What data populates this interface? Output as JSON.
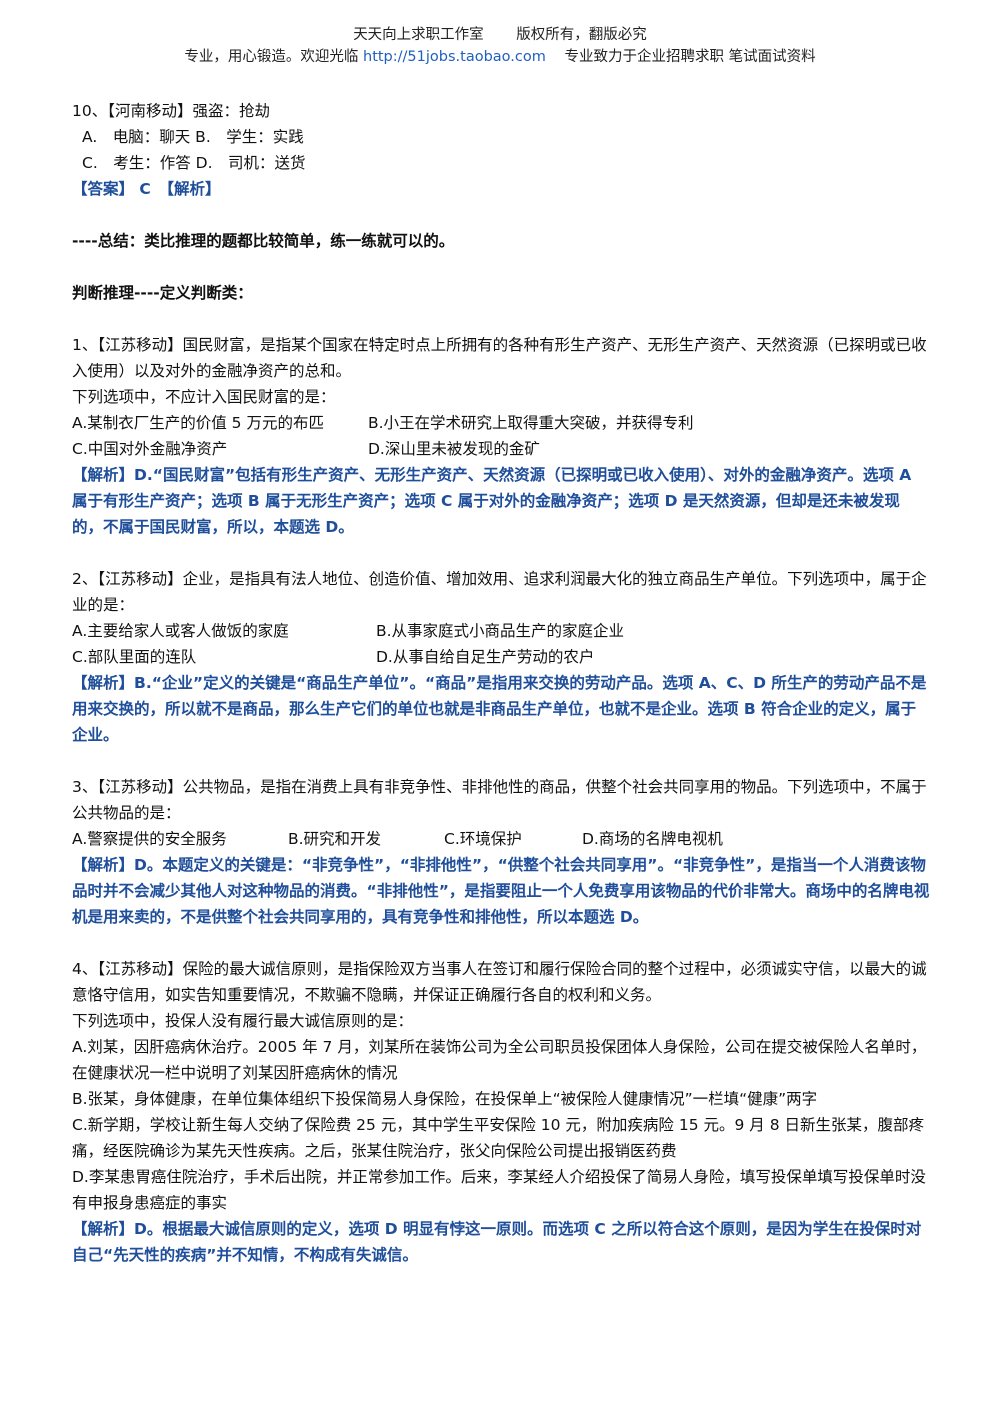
{
  "header": {
    "studio": "天天向上求职工作室",
    "copyright": "版权所有，翻版必究",
    "slogan": "专业，用心锻造。欢迎光临",
    "url": "http://51jobs.taobao.com",
    "focus": "专业致力于企业招聘求职 笔试面试资料"
  },
  "q10": {
    "stem": "10、【河南移动】强盗：抢劫",
    "row1": "A.　电脑：聊天 B.　学生：实践",
    "row2": "C.　考生：作答 D.　司机：送货",
    "answer": "【答案】 C　【解析】"
  },
  "summary": "----总结：类比推理的题都比较简单，练一练就可以的。",
  "section_title": "判断推理----定义判断类：",
  "q1": {
    "stem": "1、【江苏移动】国民财富，是指某个国家在特定时点上所拥有的各种有形生产资产、无形生产资产、天然资源（已探明或已收入使用）以及对外的金融净资产的总和。",
    "prompt": "下列选项中，不应计入国民财富的是：",
    "opt_a": "A.某制衣厂生产的价值 5 万元的布匹",
    "opt_b": "B.小王在学术研究上取得重大突破，并获得专利",
    "opt_c": "C.中国对外金融净资产",
    "opt_d": "D.深山里未被发现的金矿",
    "analysis": "【解析】D.“国民财富”包括有形生产资产、无形生产资产、天然资源（已探明或已收入使用）、对外的金融净资产。选项 A 属于有形生产资产；选项 B 属于无形生产资产；选项 C 属于对外的金融净资产；选项 D 是天然资源，但却是还未被发现的，不属于国民财富，所以，本题选 D。"
  },
  "q2": {
    "stem": "2、【江苏移动】企业，是指具有法人地位、创造价值、增加效用、追求利润最大化的独立商品生产单位。下列选项中，属于企业的是：",
    "opt_a": "A.主要给家人或客人做饭的家庭",
    "opt_b": "B.从事家庭式小商品生产的家庭企业",
    "opt_c": "C.部队里面的连队",
    "opt_d": "D.从事自给自足生产劳动的农户",
    "analysis": "【解析】B.“企业”定义的关键是“商品生产单位”。“商品”是指用来交换的劳动产品。选项 A、C、D 所生产的劳动产品不是用来交换的，所以就不是商品，那么生产它们的单位也就是非商品生产单位，也就不是企业。选项 B 符合企业的定义，属于企业。"
  },
  "q3": {
    "stem": "3、【江苏移动】公共物品，是指在消费上具有非竞争性、非排他性的商品，供整个社会共同享用的物品。下列选项中，不属于公共物品的是：",
    "opt_a": "A.警察提供的安全服务",
    "opt_b": "B.研究和开发",
    "opt_c": "C.环境保护",
    "opt_d": "D.商场的名牌电视机",
    "analysis": "【解析】D。本题定义的关键是：“非竞争性”，“非排他性”，“供整个社会共同享用”。“非竞争性”，是指当一个人消费该物品时并不会减少其他人对这种物品的消费。“非排他性”，是指要阻止一个人免费享用该物品的代价非常大。商场中的名牌电视机是用来卖的，不是供整个社会共同享用的，具有竞争性和排他性，所以本题选 D。"
  },
  "q4": {
    "stem": "4、【江苏移动】保险的最大诚信原则，是指保险双方当事人在签订和履行保险合同的整个过程中，必须诚实守信，以最大的诚意恪守信用，如实告知重要情况，不欺骗不隐瞒，并保证正确履行各自的权利和义务。",
    "prompt": "下列选项中，投保人没有履行最大诚信原则的是：",
    "opt_a": "A.刘某，因肝癌病休治疗。2005 年 7 月，刘某所在装饰公司为全公司职员投保团体人身保险，公司在提交被保险人名单时，在健康状况一栏中说明了刘某因肝癌病休的情况",
    "opt_b": "B.张某，身体健康，在单位集体组织下投保简易人身保险，在投保单上“被保险人健康情况”一栏填“健康”两字",
    "opt_c": "C.新学期，学校让新生每人交纳了保险费 25 元，其中学生平安保险 10 元，附加疾病险 15 元。9 月 8 日新生张某，腹部疼痛，经医院确诊为某先天性疾病。之后，张某住院治疗，张父向保险公司提出报销医药费",
    "opt_d": "D.李某患胃癌住院治疗，手术后出院，并正常参加工作。后来，李某经人介绍投保了简易人身险，填写投保单填写投保单时没有申报身患癌症的事实",
    "analysis": "【解析】D。根据最大诚信原则的定义，选项 D 明显有悖这一原则。而选项 C 之所以符合这个原则，是因为学生在投保时对自己“先天性的疾病”并不知情，不构成有失诚信。"
  },
  "colors": {
    "analysis": "#1f4e9a",
    "link": "#1f5fbf"
  }
}
